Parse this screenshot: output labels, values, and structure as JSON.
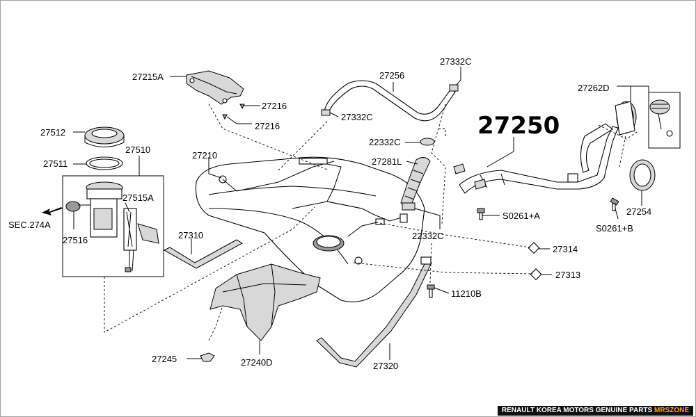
{
  "main_part": "27250",
  "labels": {
    "p27215A": "27215A",
    "p27216a": "27216",
    "p27216b": "27216",
    "p27512": "27512",
    "p27511": "27511",
    "p27510": "27510",
    "p27515A": "27515A",
    "sec274A": "SEC.274A",
    "p27516": "27516",
    "p27210": "27210",
    "p27310": "27310",
    "p27256": "27256",
    "p27332C_top": "27332C",
    "p27332C_mid": "27332C",
    "p22332C_a": "22332C",
    "p27281L": "27281L",
    "p22332C_b": "22332C",
    "p27262D": "27262D",
    "p27254": "27254",
    "s0261A": "S0261+A",
    "s0261B": "S0261+B",
    "p27314": "27314",
    "p27313": "27313",
    "p11210B": "11210B",
    "p27245": "27245",
    "p27240D": "27240D",
    "p27320": "27320"
  },
  "footer": {
    "text": "RENAULT KOREA MOTORS GENUINE PARTS ",
    "accent": "MRSZONE",
    "accent_color": "#f2a31a"
  }
}
